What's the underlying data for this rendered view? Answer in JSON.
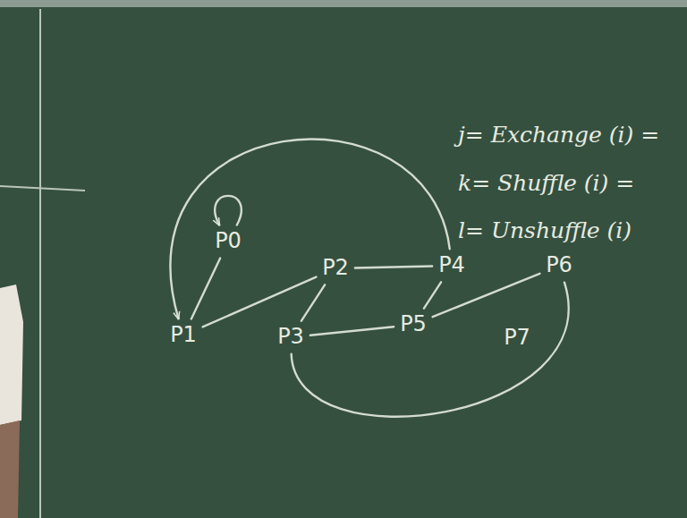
{
  "diagram": {
    "nodes": [
      {
        "text": [
          "P0"
        ]
      },
      {
        "text": [
          "P1"
        ]
      },
      {
        "text": [
          "P2"
        ]
      },
      {
        "text": [
          "P3"
        ]
      },
      {
        "text": [
          "P4"
        ]
      },
      {
        "text": [
          "P5"
        ]
      },
      {
        "text": [
          "P6"
        ]
      },
      {
        "text": [
          "P7"
        ]
      }
    ],
    "edges": [
      {
        "from": 0,
        "to": 0,
        "arrow": "to"
      },
      {
        "from": 0,
        "to": 1,
        "arrow": "none"
      },
      {
        "from": 1,
        "to": 2,
        "arrow": "none"
      },
      {
        "from": 2,
        "to": 4,
        "arrow": "none"
      },
      {
        "from": 2,
        "to": 3,
        "arrow": "none"
      },
      {
        "from": 4,
        "to": 5,
        "arrow": "none"
      },
      {
        "from": 3,
        "to": 5,
        "arrow": "none"
      },
      {
        "from": 5,
        "to": 6,
        "arrow": "none"
      },
      {
        "from": 4,
        "to": 1,
        "arrow": "to"
      },
      {
        "from": 3,
        "to": 6,
        "arrow": "none"
      }
    ],
    "labels": [
      "j= Exchange (i) =",
      "k= Shuffle (i) =",
      "l= Unshuffle (i)"
    ]
  }
}
